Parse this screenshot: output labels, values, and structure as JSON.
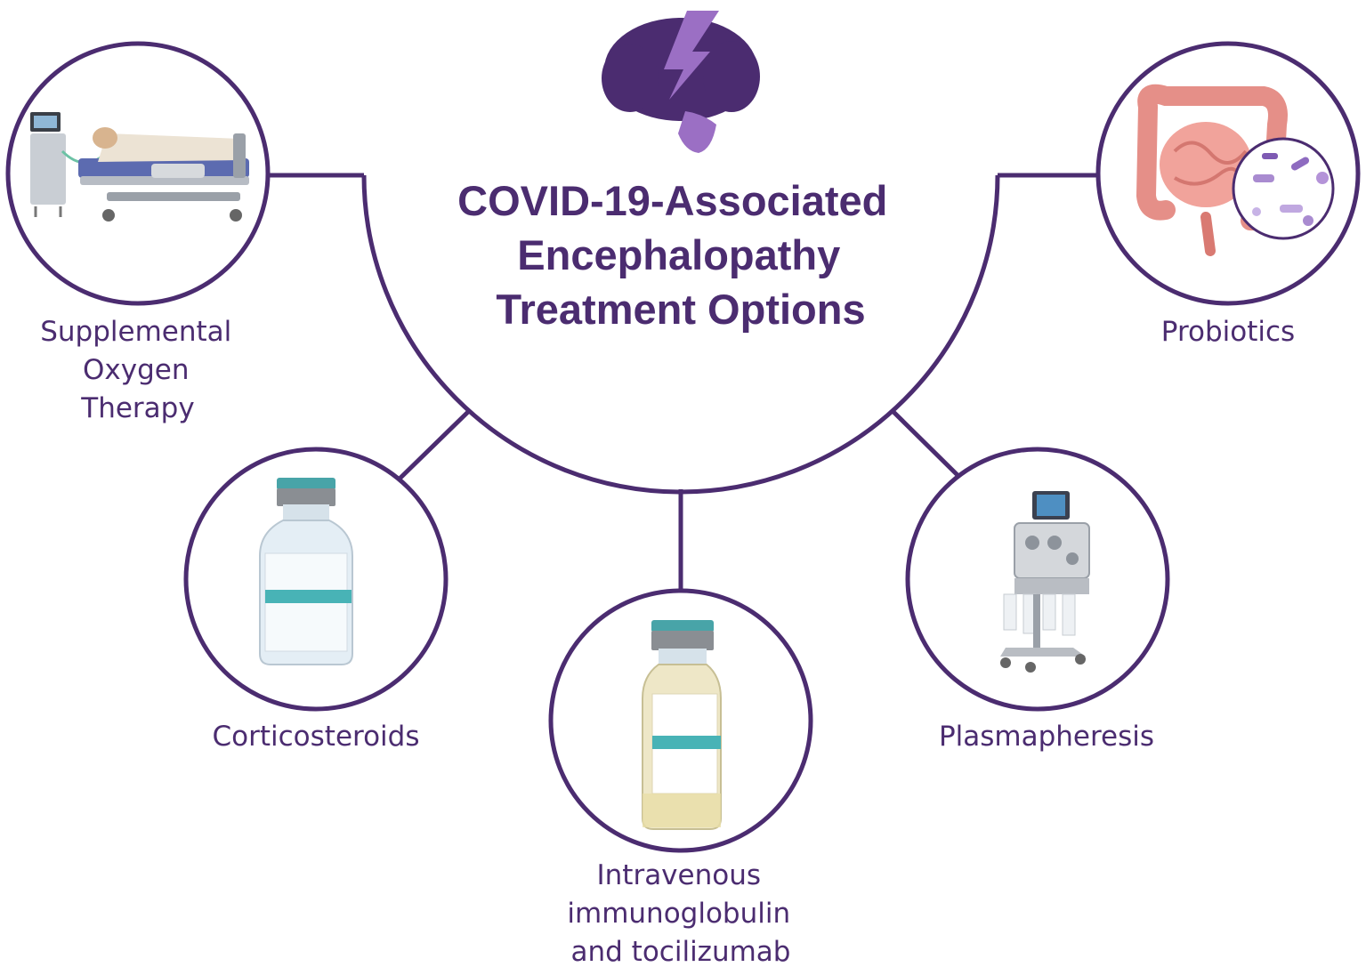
{
  "title": {
    "lines": [
      "COVID-19-Associated",
      "Encephalopathy",
      "Treatment Options"
    ]
  },
  "colors": {
    "primary": "#4b2c70",
    "accent": "#9b6fc4",
    "teal": "#3bb3b8"
  },
  "treatments": {
    "oxygen": {
      "lines": [
        "Supplemental",
        "Oxygen",
        "Therapy"
      ],
      "icon": "hospital-bed-ventilator-icon"
    },
    "probiotics": {
      "lines": [
        "Probiotics"
      ],
      "icon": "intestines-bacteria-icon"
    },
    "corticosteroids": {
      "lines": [
        "Corticosteroids"
      ],
      "icon": "clear-vial-icon"
    },
    "ivig": {
      "lines": [
        "Intravenous",
        "immunoglobulin",
        "and tocilizumab"
      ],
      "icon": "yellow-vial-icon"
    },
    "plasmapheresis": {
      "lines": [
        "Plasmapheresis"
      ],
      "icon": "plasmapheresis-machine-icon"
    }
  },
  "header_icon": "brain-lightning-icon"
}
